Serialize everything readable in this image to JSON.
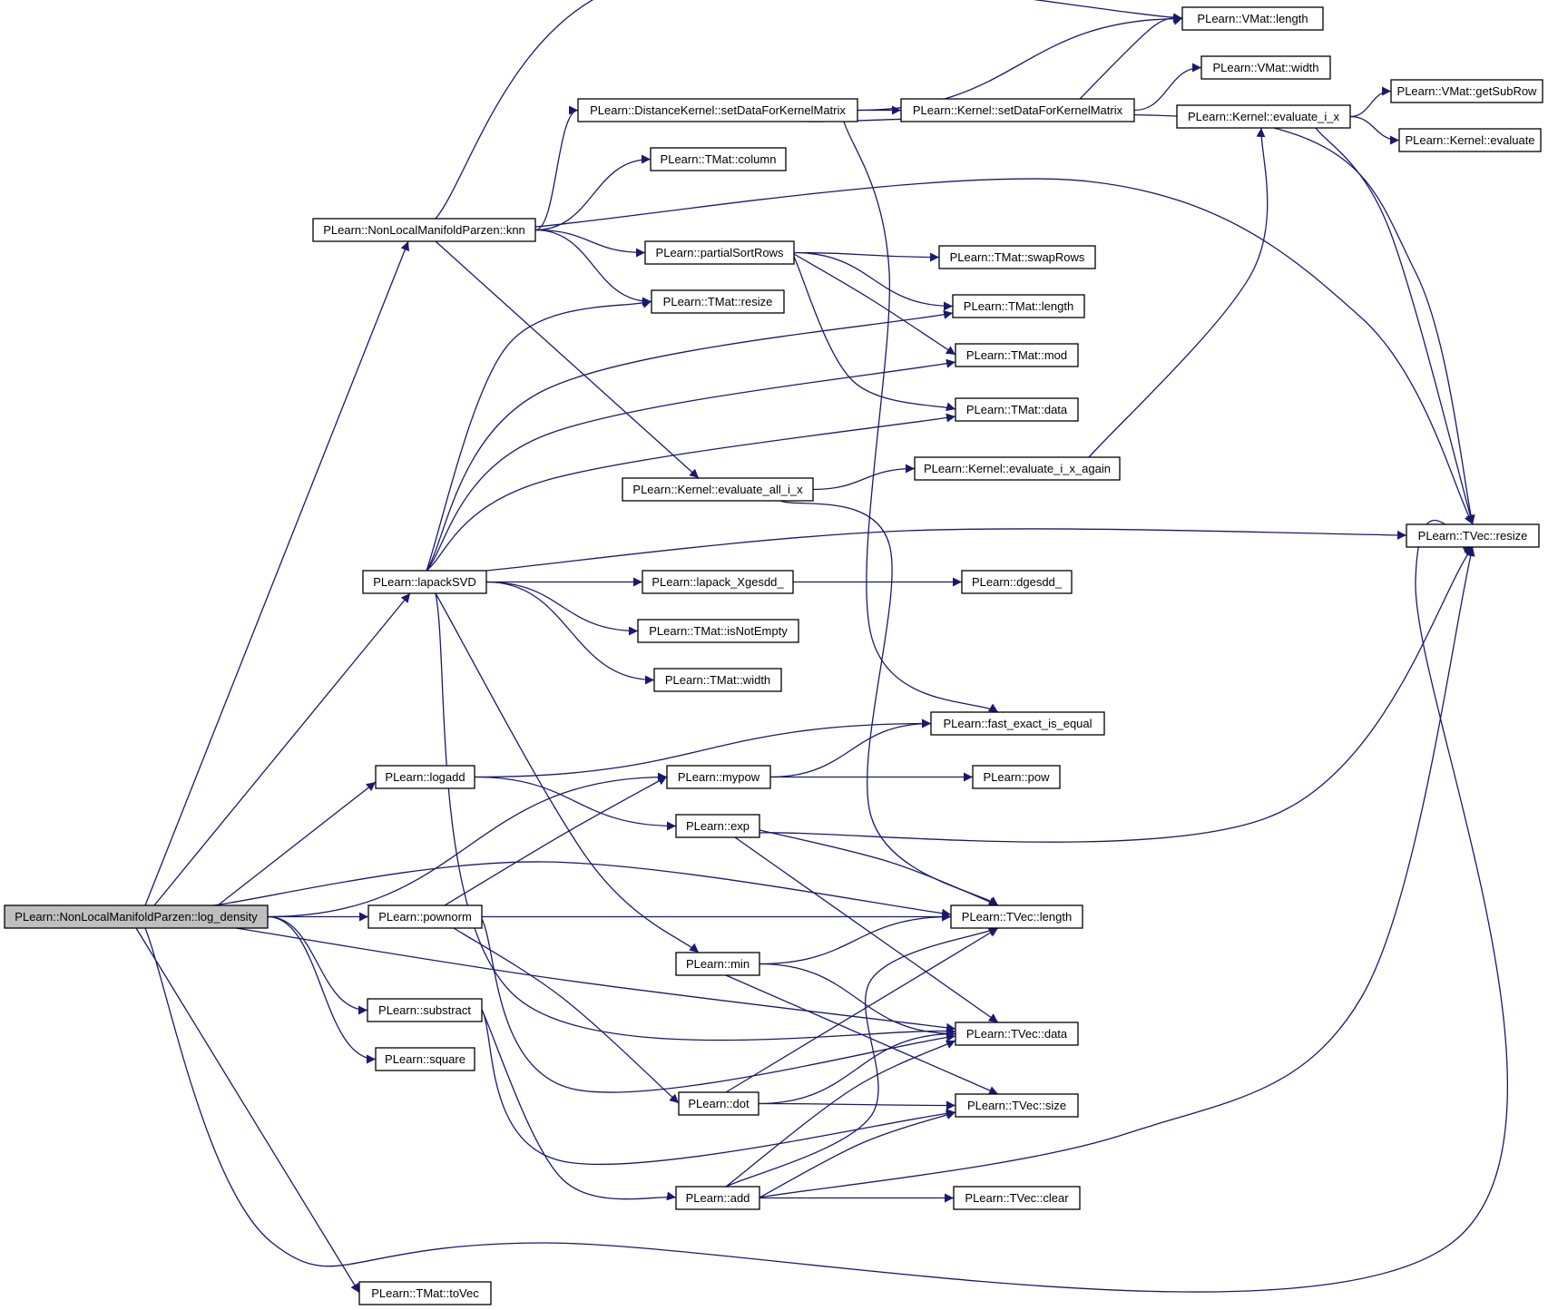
{
  "colors": {
    "edge": "#191970",
    "root_fill": "#bfbfbf",
    "node_fill": "#ffffff",
    "border": "#000000"
  },
  "nodes": [
    {
      "id": "log_density",
      "label": "PLearn::NonLocalManifoldParzen::log_density",
      "root": true
    },
    {
      "id": "knn",
      "label": "PLearn::NonLocalManifoldParzen::knn"
    },
    {
      "id": "lapackSVD",
      "label": "PLearn::lapackSVD"
    },
    {
      "id": "logadd",
      "label": "PLearn::logadd"
    },
    {
      "id": "pownorm",
      "label": "PLearn::pownorm"
    },
    {
      "id": "substract",
      "label": "PLearn::substract"
    },
    {
      "id": "square",
      "label": "PLearn::square"
    },
    {
      "id": "toVec",
      "label": "PLearn::TMat::toVec"
    },
    {
      "id": "setDataDK",
      "label": "PLearn::DistanceKernel::setDataForKernelMatrix"
    },
    {
      "id": "tmat_column",
      "label": "PLearn::TMat::column"
    },
    {
      "id": "partialSortRows",
      "label": "PLearn::partialSortRows"
    },
    {
      "id": "tmat_resize",
      "label": "PLearn::TMat::resize"
    },
    {
      "id": "evaluate_all_i_x",
      "label": "PLearn::Kernel::evaluate_all_i_x"
    },
    {
      "id": "lapack_Xgesdd",
      "label": "PLearn::lapack_Xgesdd_"
    },
    {
      "id": "isNotEmpty",
      "label": "PLearn::TMat::isNotEmpty"
    },
    {
      "id": "tmat_width",
      "label": "PLearn::TMat::width"
    },
    {
      "id": "mypow",
      "label": "PLearn::mypow"
    },
    {
      "id": "exp",
      "label": "PLearn::exp"
    },
    {
      "id": "min",
      "label": "PLearn::min"
    },
    {
      "id": "dot",
      "label": "PLearn::dot"
    },
    {
      "id": "add",
      "label": "PLearn::add"
    },
    {
      "id": "vmat_length",
      "label": "PLearn::VMat::length"
    },
    {
      "id": "vmat_width",
      "label": "PLearn::VMat::width"
    },
    {
      "id": "setDataK",
      "label": "PLearn::Kernel::setDataForKernelMatrix"
    },
    {
      "id": "swapRows",
      "label": "PLearn::TMat::swapRows"
    },
    {
      "id": "tmat_length",
      "label": "PLearn::TMat::length"
    },
    {
      "id": "tmat_mod",
      "label": "PLearn::TMat::mod"
    },
    {
      "id": "tmat_data",
      "label": "PLearn::TMat::data"
    },
    {
      "id": "evaluate_i_x_again",
      "label": "PLearn::Kernel::evaluate_i_x_again"
    },
    {
      "id": "dgesdd",
      "label": "PLearn::dgesdd_"
    },
    {
      "id": "fast_exact_is_equal",
      "label": "PLearn::fast_exact_is_equal"
    },
    {
      "id": "pow",
      "label": "PLearn::pow"
    },
    {
      "id": "tvec_length",
      "label": "PLearn::TVec::length"
    },
    {
      "id": "tvec_data",
      "label": "PLearn::TVec::data"
    },
    {
      "id": "tvec_size",
      "label": "PLearn::TVec::size"
    },
    {
      "id": "tvec_clear",
      "label": "PLearn::TVec::clear"
    },
    {
      "id": "evaluate_i_x",
      "label": "PLearn::Kernel::evaluate_i_x"
    },
    {
      "id": "getSubRow",
      "label": "PLearn::VMat::getSubRow"
    },
    {
      "id": "kernel_evaluate",
      "label": "PLearn::Kernel::evaluate"
    },
    {
      "id": "tvec_resize",
      "label": "PLearn::TVec::resize"
    }
  ],
  "edges": [
    {
      "from": "log_density",
      "to": "knn"
    },
    {
      "from": "log_density",
      "to": "lapackSVD"
    },
    {
      "from": "log_density",
      "to": "logadd"
    },
    {
      "from": "log_density",
      "to": "mypow"
    },
    {
      "from": "log_density",
      "to": "tvec_length"
    },
    {
      "from": "log_density",
      "to": "pownorm"
    },
    {
      "from": "log_density",
      "to": "tvec_data"
    },
    {
      "from": "log_density",
      "to": "substract"
    },
    {
      "from": "log_density",
      "to": "square"
    },
    {
      "from": "log_density",
      "to": "tvec_resize"
    },
    {
      "from": "log_density",
      "to": "toVec"
    },
    {
      "from": "knn",
      "to": "vmat_length"
    },
    {
      "from": "knn",
      "to": "setDataDK"
    },
    {
      "from": "knn",
      "to": "tmat_column"
    },
    {
      "from": "knn",
      "to": "tvec_resize"
    },
    {
      "from": "knn",
      "to": "partialSortRows"
    },
    {
      "from": "knn",
      "to": "tmat_resize"
    },
    {
      "from": "knn",
      "to": "evaluate_all_i_x"
    },
    {
      "from": "setDataDK",
      "to": "vmat_length"
    },
    {
      "from": "setDataDK",
      "to": "setDataK"
    },
    {
      "from": "setDataDK",
      "to": "tvec_resize"
    },
    {
      "from": "setDataDK",
      "to": "fast_exact_is_equal"
    },
    {
      "from": "setDataK",
      "to": "vmat_length"
    },
    {
      "from": "setDataK",
      "to": "vmat_width"
    },
    {
      "from": "partialSortRows",
      "to": "swapRows"
    },
    {
      "from": "partialSortRows",
      "to": "tmat_length"
    },
    {
      "from": "partialSortRows",
      "to": "tmat_mod"
    },
    {
      "from": "partialSortRows",
      "to": "tmat_data"
    },
    {
      "from": "evaluate_all_i_x",
      "to": "evaluate_i_x_again"
    },
    {
      "from": "evaluate_all_i_x",
      "to": "tvec_length"
    },
    {
      "from": "evaluate_i_x_again",
      "to": "evaluate_i_x"
    },
    {
      "from": "evaluate_i_x",
      "to": "getSubRow"
    },
    {
      "from": "evaluate_i_x",
      "to": "kernel_evaluate"
    },
    {
      "from": "evaluate_i_x",
      "to": "tvec_resize"
    },
    {
      "from": "lapackSVD",
      "to": "tmat_resize"
    },
    {
      "from": "lapackSVD",
      "to": "tmat_length"
    },
    {
      "from": "lapackSVD",
      "to": "tmat_mod"
    },
    {
      "from": "lapackSVD",
      "to": "tmat_data"
    },
    {
      "from": "lapackSVD",
      "to": "tvec_resize"
    },
    {
      "from": "lapackSVD",
      "to": "lapack_Xgesdd"
    },
    {
      "from": "lapackSVD",
      "to": "isNotEmpty"
    },
    {
      "from": "lapackSVD",
      "to": "tmat_width"
    },
    {
      "from": "lapackSVD",
      "to": "min"
    },
    {
      "from": "lapackSVD",
      "to": "tvec_data"
    },
    {
      "from": "lapack_Xgesdd",
      "to": "dgesdd"
    },
    {
      "from": "logadd",
      "to": "fast_exact_is_equal"
    },
    {
      "from": "logadd",
      "to": "exp"
    },
    {
      "from": "mypow",
      "to": "fast_exact_is_equal"
    },
    {
      "from": "mypow",
      "to": "pow"
    },
    {
      "from": "exp",
      "to": "tvec_resize"
    },
    {
      "from": "exp",
      "to": "tvec_length"
    },
    {
      "from": "exp",
      "to": "tvec_data"
    },
    {
      "from": "pownorm",
      "to": "mypow"
    },
    {
      "from": "pownorm",
      "to": "tvec_length"
    },
    {
      "from": "pownorm",
      "to": "tvec_data"
    },
    {
      "from": "pownorm",
      "to": "dot"
    },
    {
      "from": "min",
      "to": "tvec_length"
    },
    {
      "from": "min",
      "to": "tvec_data"
    },
    {
      "from": "min",
      "to": "tvec_size"
    },
    {
      "from": "dot",
      "to": "tvec_length"
    },
    {
      "from": "dot",
      "to": "tvec_data"
    },
    {
      "from": "dot",
      "to": "tvec_size"
    },
    {
      "from": "substract",
      "to": "tvec_size"
    },
    {
      "from": "substract",
      "to": "add"
    },
    {
      "from": "add",
      "to": "tvec_length"
    },
    {
      "from": "add",
      "to": "tvec_data"
    },
    {
      "from": "add",
      "to": "tvec_size"
    },
    {
      "from": "add",
      "to": "tvec_clear"
    },
    {
      "from": "add",
      "to": "tvec_resize"
    }
  ]
}
